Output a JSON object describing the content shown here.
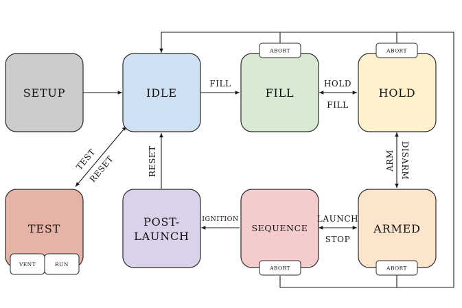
{
  "states": {
    "setup": {
      "label": "SETUP",
      "color": "#cccccc"
    },
    "idle": {
      "label": "IDLE",
      "color": "#cfe0f2"
    },
    "fill": {
      "label": "FILL",
      "color": "#d9ead3"
    },
    "hold": {
      "label": "HOLD",
      "color": "#fff2cc"
    },
    "test": {
      "label": "TEST",
      "color": "#e6b3a7"
    },
    "post_launch": {
      "label_line1": "POST-",
      "label_line2": "LAUNCH",
      "color": "#d9d2e9"
    },
    "sequence": {
      "label": "SEQUENCE",
      "color": "#f4cccc"
    },
    "armed": {
      "label": "ARMED",
      "color": "#fce5cd"
    }
  },
  "buttons": {
    "fill_abort": "ABORT",
    "hold_abort": "ABORT",
    "sequence_abort": "ABORT",
    "armed_abort": "ABORT",
    "test_vent": "VENT",
    "test_run": "RUN"
  },
  "transitions": {
    "idle_to_fill": "FILL",
    "fill_to_hold": "HOLD",
    "hold_to_fill": "FILL",
    "hold_to_armed": "ARM",
    "armed_to_hold": "DISARM",
    "sequence_to_armed": "LAUNCH",
    "armed_to_sequence": "STOP",
    "sequence_to_post_launch": "IGNITION",
    "post_launch_to_idle": "RESET",
    "idle_to_test": "TEST",
    "test_to_idle": "RESET"
  }
}
